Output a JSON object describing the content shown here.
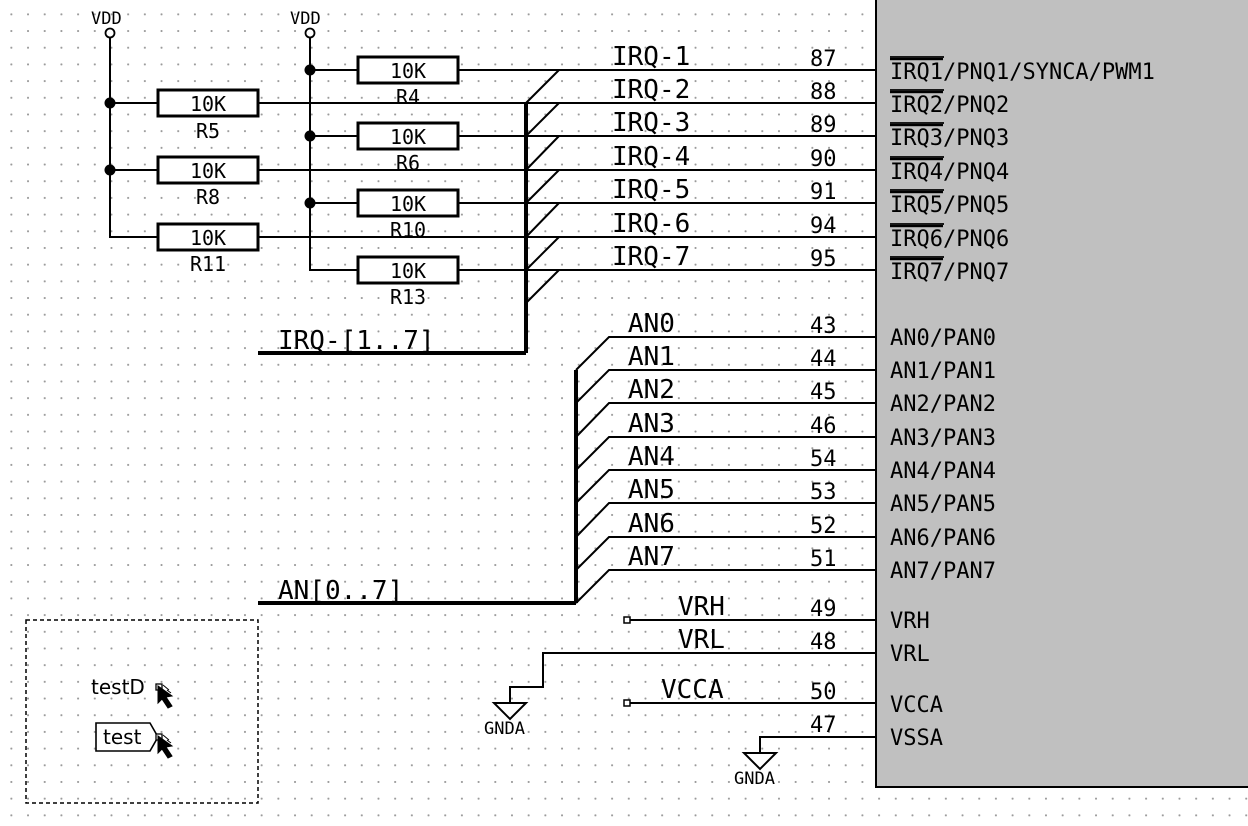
{
  "power": {
    "vdd1": "VDD",
    "vdd2": "VDD",
    "gnda1": "GNDA",
    "gnda2": "GNDA"
  },
  "resistors": [
    {
      "ref": "R4",
      "value": "10K"
    },
    {
      "ref": "R5",
      "value": "10K"
    },
    {
      "ref": "R6",
      "value": "10K"
    },
    {
      "ref": "R8",
      "value": "10K"
    },
    {
      "ref": "R10",
      "value": "10K"
    },
    {
      "ref": "R11",
      "value": "10K"
    },
    {
      "ref": "R13",
      "value": "10K"
    }
  ],
  "irq": {
    "labels": [
      "IRQ-1",
      "IRQ-2",
      "IRQ-3",
      "IRQ-4",
      "IRQ-5",
      "IRQ-6",
      "IRQ-7"
    ],
    "pins": [
      "87",
      "88",
      "89",
      "90",
      "91",
      "94",
      "95"
    ],
    "pin_names": [
      "IRQ1",
      "IRQ2",
      "IRQ3",
      "IRQ4",
      "IRQ5",
      "IRQ6",
      "IRQ7"
    ],
    "pin_suffixes": [
      "/PNQ1/SYNCA/PWM1",
      "/PNQ2",
      "/PNQ3",
      "/PNQ4",
      "/PNQ5",
      "/PNQ6",
      "/PNQ7"
    ],
    "bus_label": "IRQ-[1..7]"
  },
  "an": {
    "labels": [
      "AN0",
      "AN1",
      "AN2",
      "AN3",
      "AN4",
      "AN5",
      "AN6",
      "AN7"
    ],
    "pins": [
      "43",
      "44",
      "45",
      "46",
      "54",
      "53",
      "52",
      "51"
    ],
    "pin_names": [
      "AN0/PAN0",
      "AN1/PAN1",
      "AN2/PAN2",
      "AN3/PAN3",
      "AN4/PAN4",
      "AN5/PAN5",
      "AN6/PAN6",
      "AN7/PAN7"
    ],
    "bus_label": "AN[0..7]"
  },
  "analog": [
    {
      "label": "VRH",
      "pin": "49",
      "pin_name": "VRH"
    },
    {
      "label": "VRL",
      "pin": "48",
      "pin_name": "VRL"
    },
    {
      "label": "VCCA",
      "pin": "50",
      "pin_name": "VCCA"
    },
    {
      "label": "",
      "pin": "47",
      "pin_name": "VSSA"
    }
  ],
  "test_box": {
    "item1": "testD",
    "item2": "test"
  },
  "colors": {
    "component_body": "#c0c0c0",
    "background": "#ffffff",
    "wire": "#000000"
  }
}
